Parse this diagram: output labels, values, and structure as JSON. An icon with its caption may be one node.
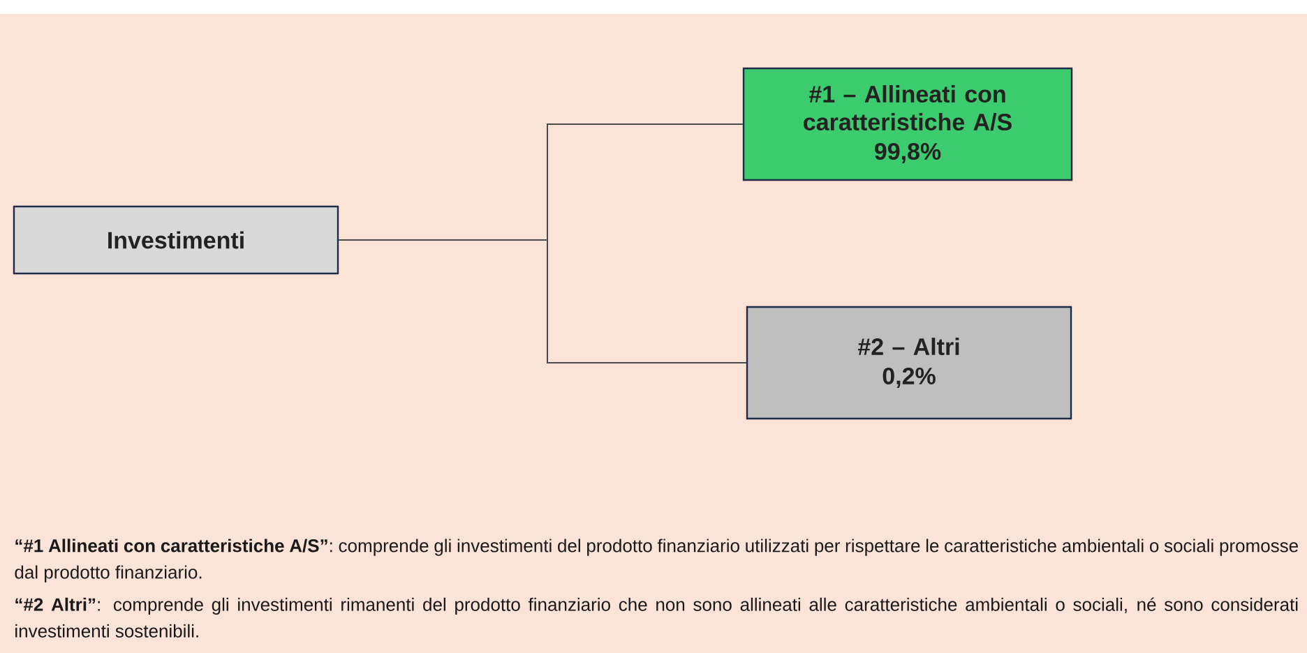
{
  "diagram": {
    "nodes": [
      {
        "text": [
          "Investimenti"
        ]
      },
      {
        "text": [
          "#1 – Allineati con caratteristiche A/S",
          "99,8%"
        ]
      },
      {
        "text": [
          "#2 – Altri",
          "0,2%"
        ]
      }
    ],
    "edges": [
      {
        "from": 0,
        "to": 1,
        "arrow": "none"
      },
      {
        "from": 0,
        "to": 2,
        "arrow": "none"
      }
    ],
    "labels": [
      "**“#1 Allineati con caratteristiche A/S”**: comprende gli investimenti del prodotto finanziario utilizzati per rispettare le caratteristiche ambientali o sociali promosse dal prodotto finanziario.",
      "**“#2 Altri”**: comprende gli investimenti rimanenti del prodotto finanziario che non sono allineati alle caratteristiche ambientali o sociali, né sono considerati investimenti sostenibili."
    ]
  }
}
